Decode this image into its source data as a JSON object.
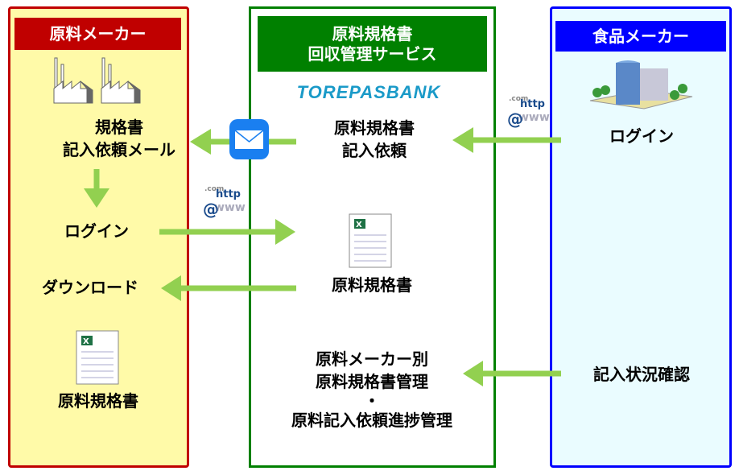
{
  "left": {
    "title": "原料メーカー",
    "mail_request": [
      "規格書",
      "記入依頼メール"
    ],
    "login": "ログイン",
    "download": "ダウンロード",
    "spec_doc": "原料規格書"
  },
  "middle": {
    "title": [
      "原料規格書",
      "回収管理サービス"
    ],
    "logo": "TOREPASBANK",
    "request": [
      "原料規格書",
      "記入依頼"
    ],
    "spec_doc": "原料規格書",
    "management": [
      "原料メーカー別",
      "原料規格書管理",
      "・",
      "原料記入依頼進捗管理"
    ]
  },
  "right": {
    "title": "食品メーカー",
    "login": "ログイン",
    "status_check": "記入状況確認"
  },
  "icons": {
    "http": "http",
    "com": ".com",
    "www": "www",
    "at": "@"
  },
  "colors": {
    "left_border": "#c00000",
    "left_bg": "#fffaa8",
    "mid_border": "#008000",
    "right_border": "#0000ff",
    "right_bg": "#eafcff",
    "arrow": "#92d050"
  }
}
